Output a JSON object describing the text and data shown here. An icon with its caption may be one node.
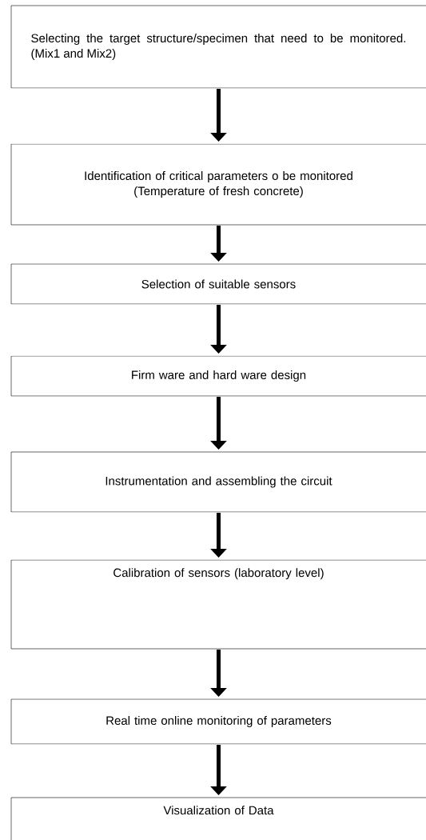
{
  "diagram": {
    "nodes": [
      {
        "text": [
          "Selecting the target structure/specimen that need to be monitored. (Mix1 and Mix2)"
        ]
      },
      {
        "text": [
          "Identification of critical parameters o be monitored",
          "(Temperature of fresh concrete)"
        ]
      },
      {
        "text": [
          "Selection of suitable sensors"
        ]
      },
      {
        "text": [
          "Firm ware and hard ware design"
        ]
      },
      {
        "text": [
          "Instrumentation and assembling the circuit"
        ]
      },
      {
        "text": [
          "Calibration of sensors (laboratory level)"
        ]
      },
      {
        "text": [
          "Real time online monitoring of parameters"
        ]
      },
      {
        "text": [
          "Visualization of Data"
        ]
      }
    ],
    "edges": [
      {
        "from": 0,
        "to": 1,
        "arrow": "to"
      },
      {
        "from": 1,
        "to": 2,
        "arrow": "to"
      },
      {
        "from": 2,
        "to": 3,
        "arrow": "to"
      },
      {
        "from": 3,
        "to": 4,
        "arrow": "to"
      },
      {
        "from": 4,
        "to": 5,
        "arrow": "to"
      },
      {
        "from": 5,
        "to": 6,
        "arrow": "to"
      },
      {
        "from": 6,
        "to": 7,
        "arrow": "to"
      }
    ]
  }
}
